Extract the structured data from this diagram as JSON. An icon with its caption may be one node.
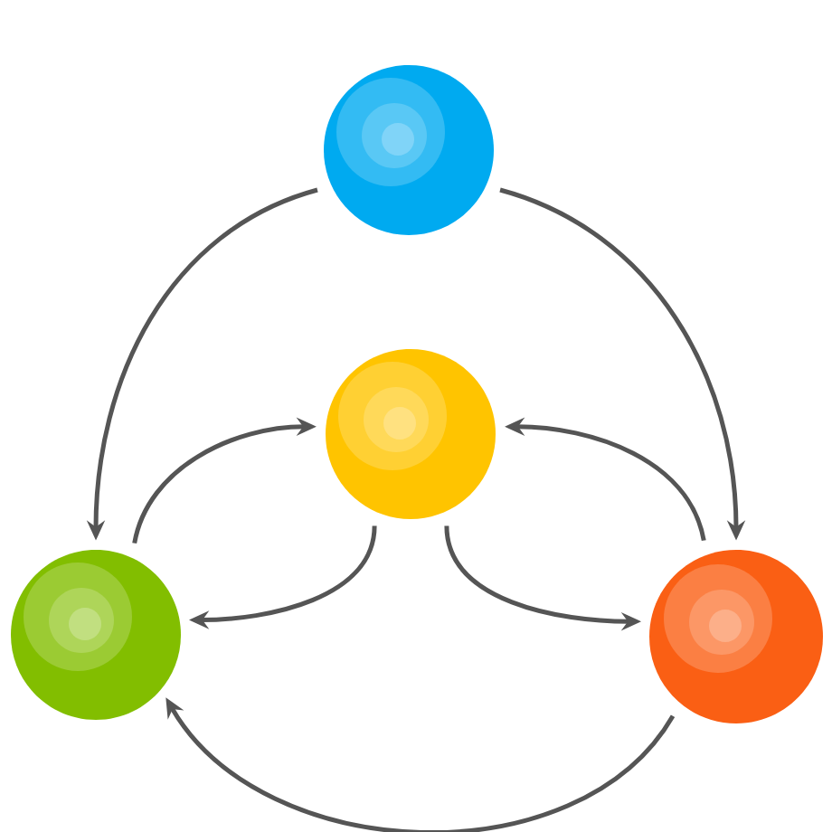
{
  "diagram": {
    "nodes": [
      {
        "text": [],
        "shape": "circle"
      },
      {
        "text": [],
        "shape": "circle"
      },
      {
        "text": [],
        "shape": "circle"
      },
      {
        "text": [],
        "shape": "circle"
      }
    ],
    "edges": [
      {
        "from": 0,
        "to": 2,
        "arrow": "to"
      },
      {
        "from": 0,
        "to": 3,
        "arrow": "to"
      },
      {
        "from": 2,
        "to": 1,
        "arrow": "to"
      },
      {
        "from": 1,
        "to": 2,
        "arrow": "to"
      },
      {
        "from": 1,
        "to": 3,
        "arrow": "to"
      },
      {
        "from": 3,
        "to": 1,
        "arrow": "to"
      },
      {
        "from": 3,
        "to": 2,
        "arrow": "to"
      }
    ]
  }
}
